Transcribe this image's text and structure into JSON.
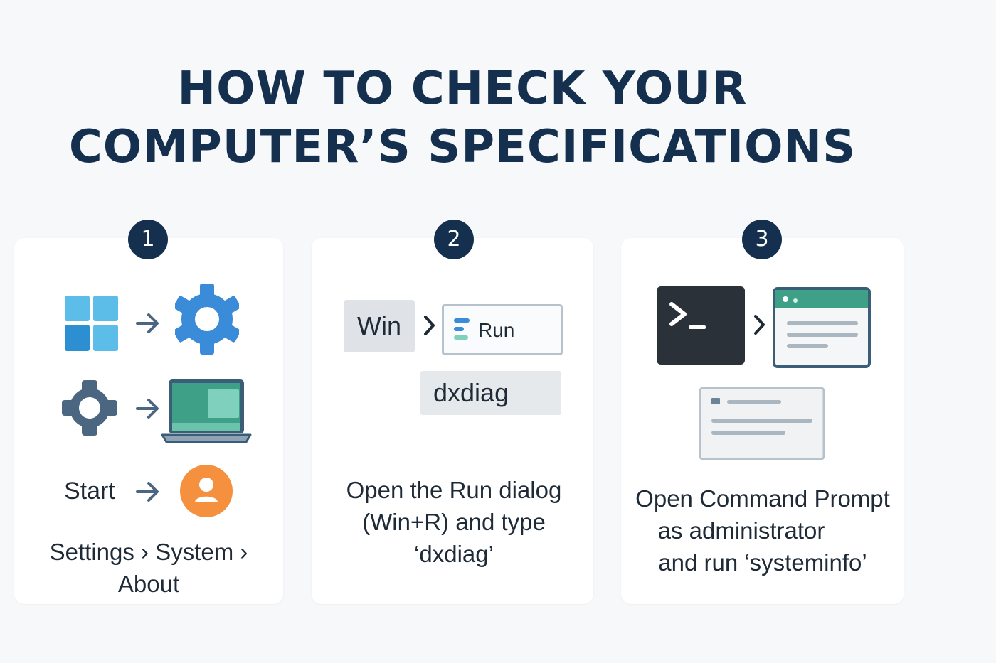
{
  "title": {
    "line1": "HOW TO CHECK YOUR",
    "line2": "COMPUTER’S SPECIFICATIONS"
  },
  "steps": [
    {
      "number": "1",
      "start_label": "Start",
      "caption_line1": "Settings › System ›",
      "caption_line2": "About",
      "icons": [
        "windows-logo-icon",
        "gear-icon",
        "settings-icon",
        "laptop-icon",
        "user-icon"
      ]
    },
    {
      "number": "2",
      "key_label": "Win",
      "run_label": "Run",
      "command": "dxdiag",
      "caption_line1": "Open the Run dialog",
      "caption_line2": "(Win+R) and type",
      "caption_line3": "‘dxdiag’",
      "icons": [
        "run-dialog-icon"
      ]
    },
    {
      "number": "3",
      "caption_line1": "Open Command Prompt",
      "caption_line2": "as administrator",
      "caption_line3": "and run ‘systeminfo’",
      "icons": [
        "terminal-icon",
        "window-icon",
        "document-icon"
      ]
    }
  ],
  "colors": {
    "navy": "#15304f",
    "blue": "#3a8bd8",
    "slate": "#4a6680",
    "teal": "#3fa088",
    "orange": "#f5903e"
  }
}
